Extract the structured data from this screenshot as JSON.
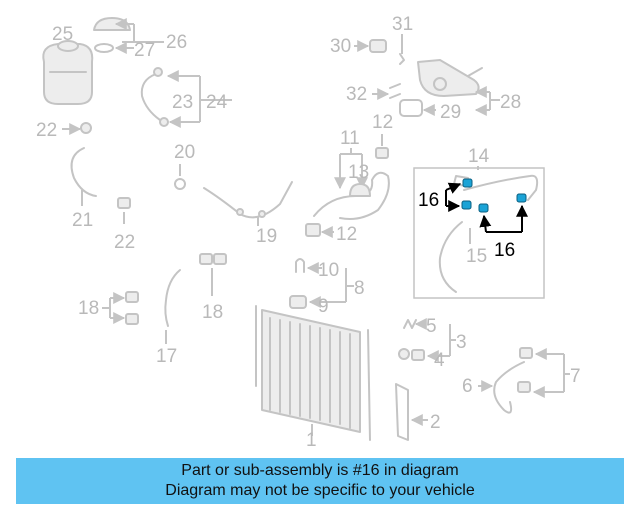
{
  "callouts": {
    "c1": "1",
    "c2": "2",
    "c3": "3",
    "c4": "4",
    "c5": "5",
    "c6": "6",
    "c7": "7",
    "c8": "8",
    "c9": "9",
    "c10": "10",
    "c11": "11",
    "c12a": "12",
    "c12b": "12",
    "c13": "13",
    "c14": "14",
    "c15": "15",
    "c16a": "16",
    "c16b": "16",
    "c17": "17",
    "c18a": "18",
    "c18b": "18",
    "c19": "19",
    "c20": "20",
    "c21": "21",
    "c22a": "22",
    "c22b": "22",
    "c23": "23",
    "c24": "24",
    "c25": "25",
    "c26": "26",
    "c27": "27",
    "c28": "28",
    "c29": "29",
    "c30": "30",
    "c31": "31",
    "c32": "32"
  },
  "banner": {
    "line1": "Part or sub-assembly is #16 in diagram",
    "line2": "Diagram may not be specific to your vehicle"
  },
  "colors": {
    "banner_bg": "#5fc3f2",
    "highlight_part": "#1ba3d6",
    "faded_part": "#c4c4c4"
  }
}
